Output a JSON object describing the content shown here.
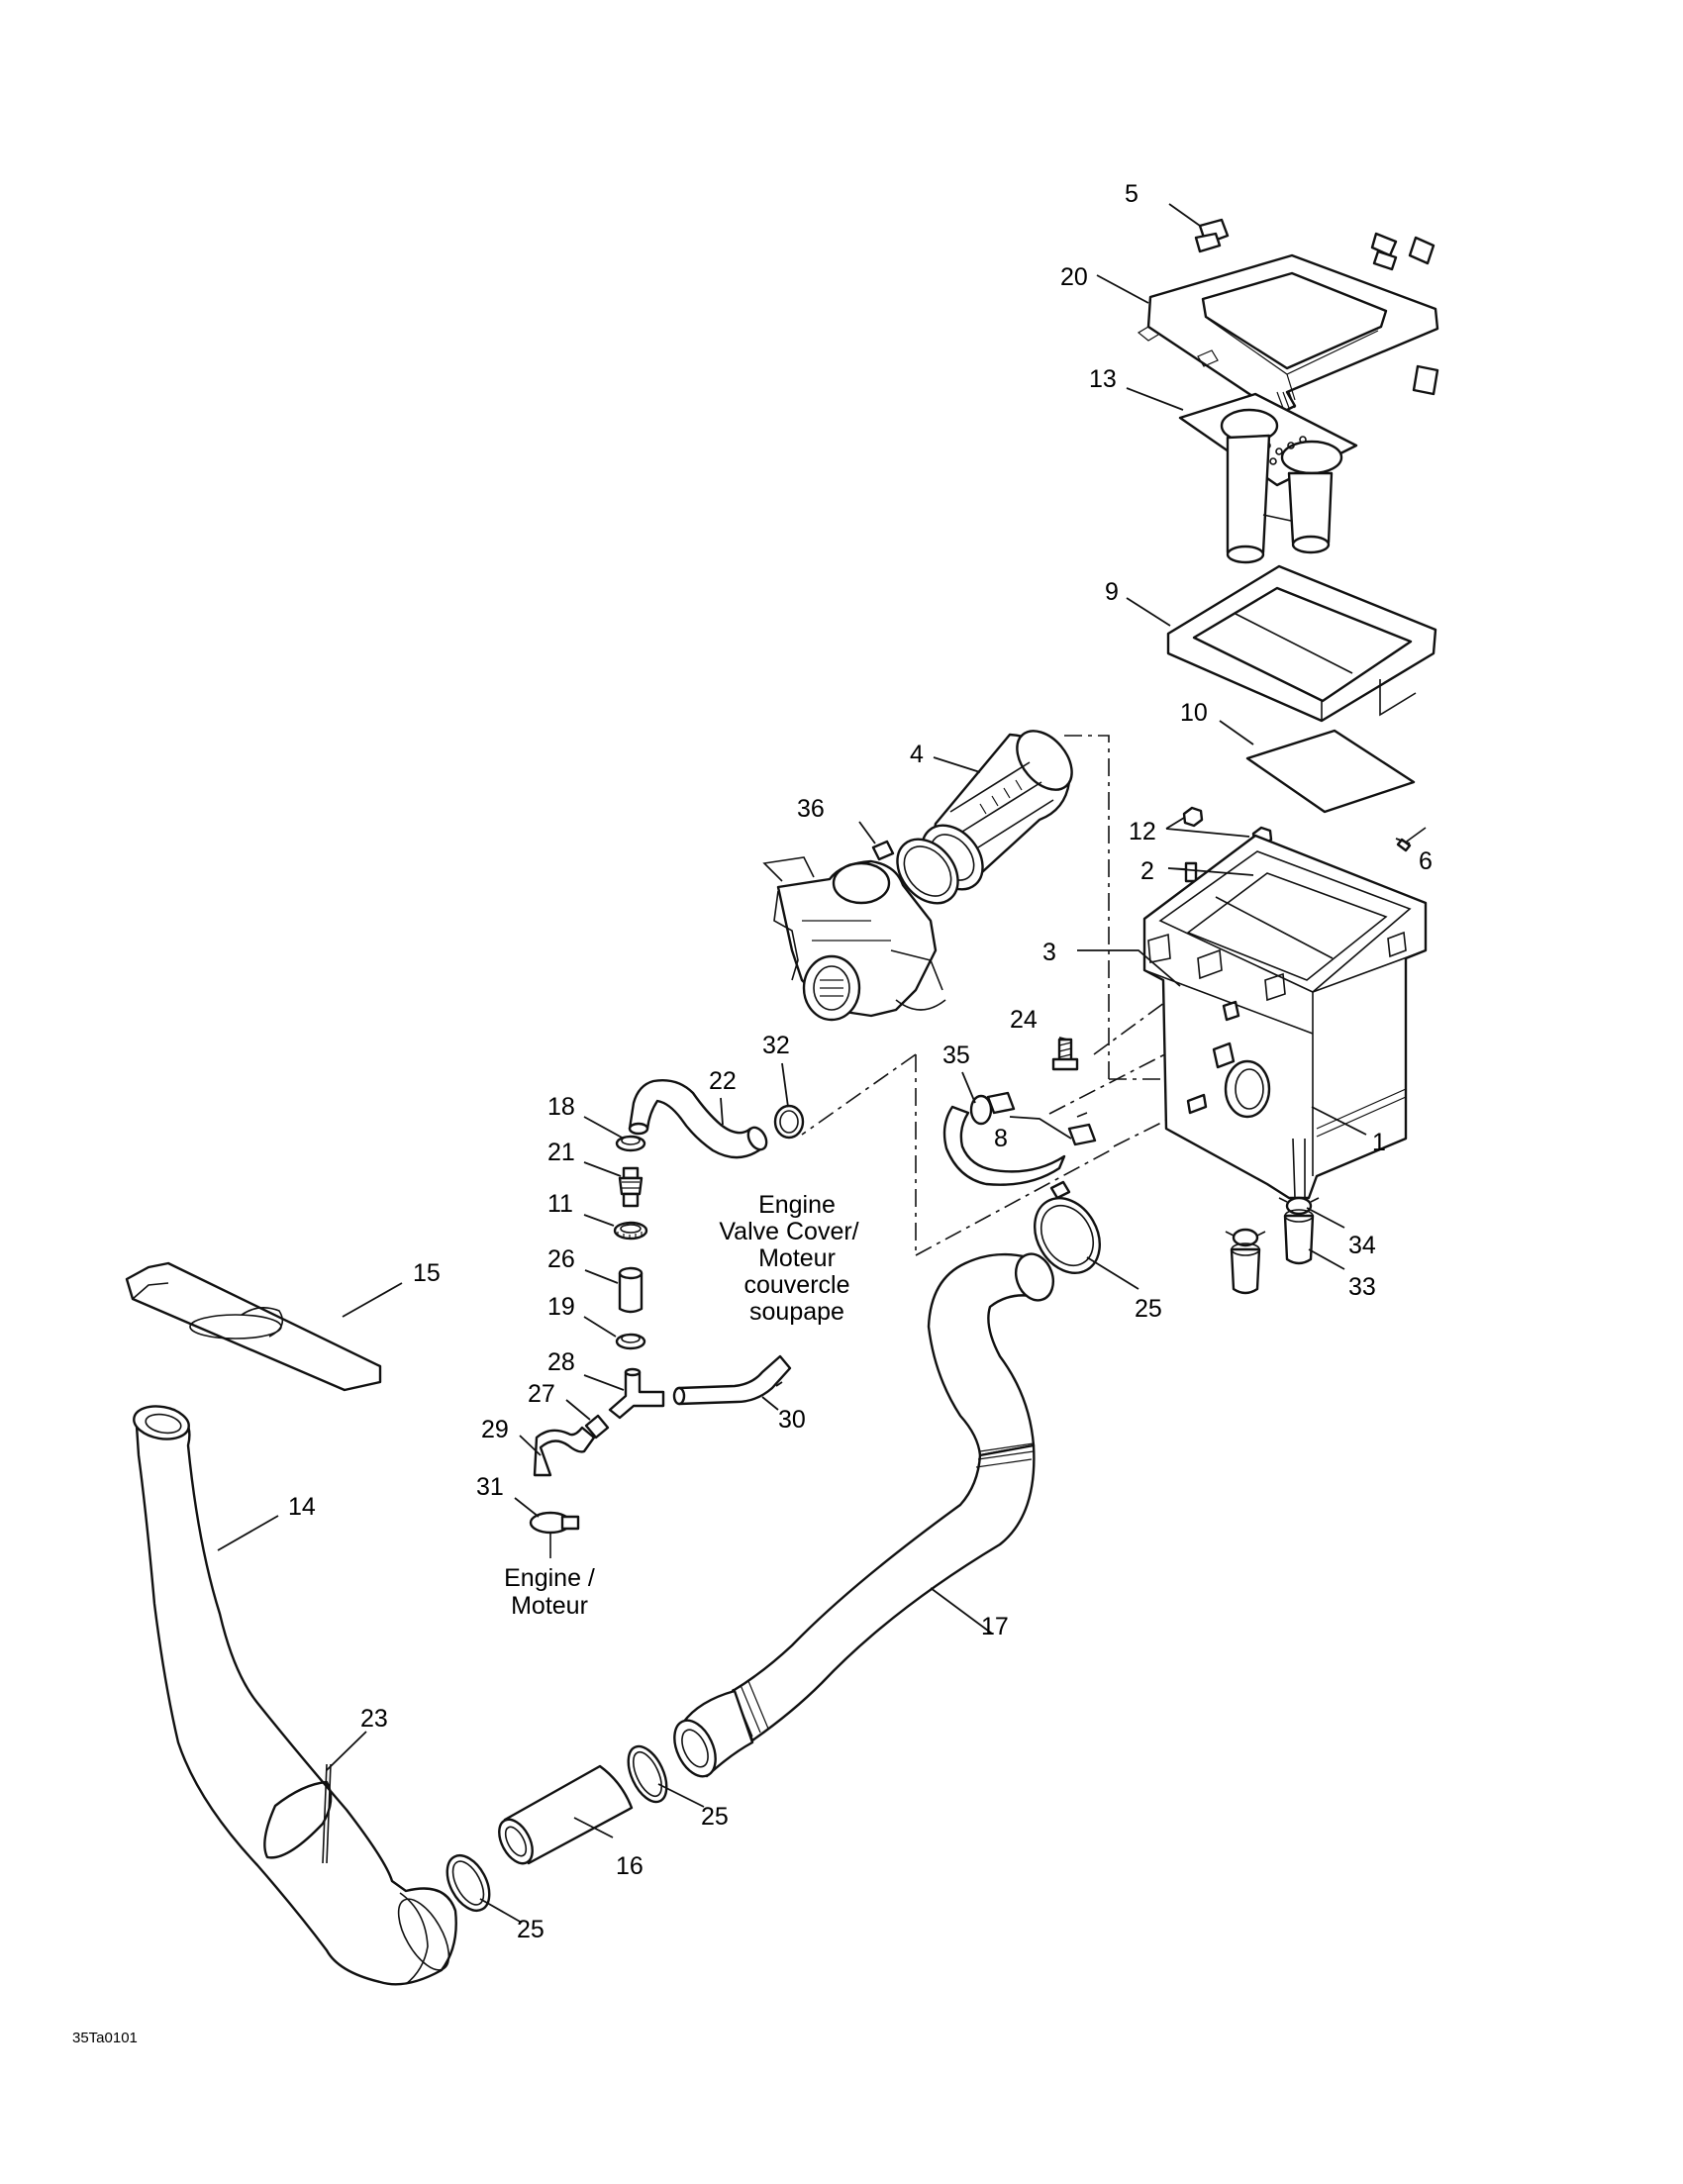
{
  "callouts": {
    "n1": "1",
    "n2": "2",
    "n3": "3",
    "n4": "4",
    "n5": "5",
    "n6": "6",
    "n8": "8",
    "n9": "9",
    "n10": "10",
    "n11": "11",
    "n12": "12",
    "n13": "13",
    "n14": "14",
    "n15": "15",
    "n16": "16",
    "n17": "17",
    "n18": "18",
    "n19": "19",
    "n20": "20",
    "n21": "21",
    "n22": "22",
    "n23": "23",
    "n24": "24",
    "n25a": "25",
    "n25b": "25",
    "n25c": "25",
    "n26": "26",
    "n27": "27",
    "n28": "28",
    "n29": "29",
    "n30": "30",
    "n31": "31",
    "n32": "32",
    "n33": "33",
    "n34": "34",
    "n35": "35",
    "n36": "36"
  },
  "notes": {
    "valve_cover": [
      "Engine",
      "Valve Cover/",
      "Moteur",
      "couvercle",
      "soupape"
    ],
    "engine": [
      "Engine /",
      "Moteur"
    ]
  },
  "drawing_code": "35Ta0101"
}
